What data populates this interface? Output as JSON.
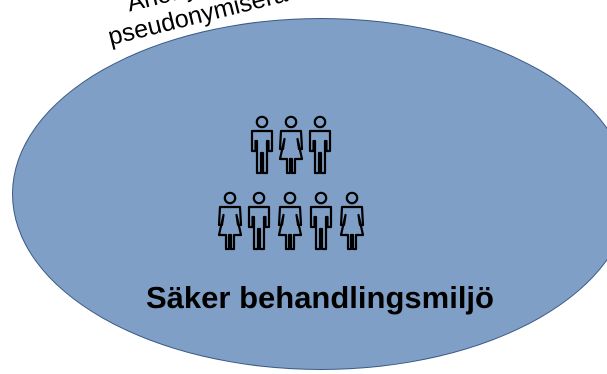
{
  "diagram": {
    "ellipse_color": "#7f9fc6",
    "ellipse_border": "#3b5a86",
    "icon_color": "#000000",
    "rotated_label_line1": "Anonymiserad alt.",
    "rotated_label_line2": "pseudonymiserad data",
    "main_label": "Säker behandlingsmiljö",
    "people_icon_top_row": [
      "male-person-icon",
      "female-person-icon",
      "male-person-icon"
    ],
    "people_icon_bottom_row": [
      "female-person-icon",
      "male-person-icon",
      "female-person-icon",
      "male-person-icon",
      "female-person-icon"
    ]
  }
}
